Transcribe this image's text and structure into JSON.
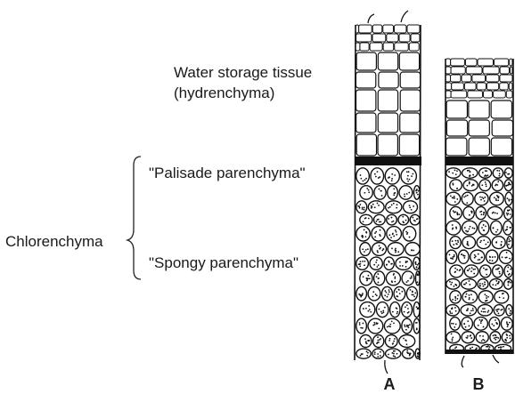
{
  "labels": {
    "water_storage_line1": "Water storage tissue",
    "water_storage_line2": "(hydrenchyma)",
    "palisade": "\"Palisade parenchyma\"",
    "chlorenchyma": "Chlorenchyma",
    "spongy": "\"Spongy parenchyma\""
  },
  "panels": {
    "a": "A",
    "b": "B"
  },
  "colors": {
    "ink": "#111111",
    "paper": "#ffffff",
    "label_text": "#1a1a1a"
  }
}
